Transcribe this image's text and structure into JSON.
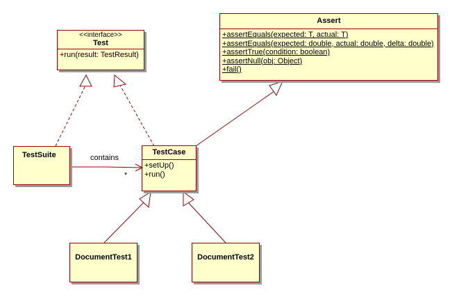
{
  "diagram": {
    "test": {
      "stereotype": "<<interface>>",
      "name": "Test",
      "operations": [
        "+run(result: TestResult)"
      ]
    },
    "assert": {
      "name": "Assert",
      "operations": [
        "+assertEquals(expected: T, actual: T)",
        "+assertEquals(expected: double, actual: double, delta: double)",
        "+assertTrue(condition: boolean)",
        "+assertNull(obj: Object)",
        "+fail()"
      ]
    },
    "testsuite": {
      "name": "TestSuite"
    },
    "testcase": {
      "name": "TestCase",
      "operations": [
        "+setUp()",
        "+run()"
      ]
    },
    "documenttest1": {
      "name": "DocumentTest1"
    },
    "documenttest2": {
      "name": "DocumentTest2"
    },
    "association": {
      "label": "contains",
      "multiplicity": "*"
    }
  },
  "colors": {
    "box_fill": "#ffffcc",
    "border": "#990000",
    "line": "#990000",
    "shadow": "#9a9a9a"
  }
}
